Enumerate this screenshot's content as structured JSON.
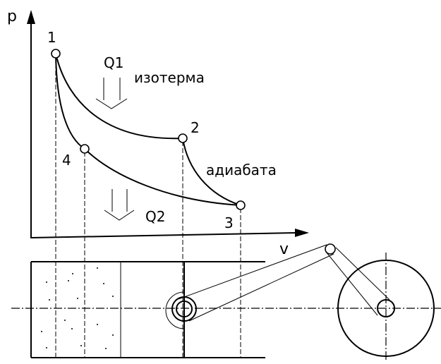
{
  "axes": {
    "y_label": "p",
    "x_label": "v"
  },
  "points": [
    {
      "id": "1",
      "label": "1"
    },
    {
      "id": "2",
      "label": "2"
    },
    {
      "id": "3",
      "label": "3"
    },
    {
      "id": "4",
      "label": "4"
    }
  ],
  "processes": {
    "isotherm_label": "изотерма",
    "adiabat_label": "адиабата"
  },
  "heat": {
    "q1_label": "Q1",
    "q2_label": "Q2"
  },
  "colors": {
    "stroke": "#000000",
    "background": "#ffffff"
  }
}
